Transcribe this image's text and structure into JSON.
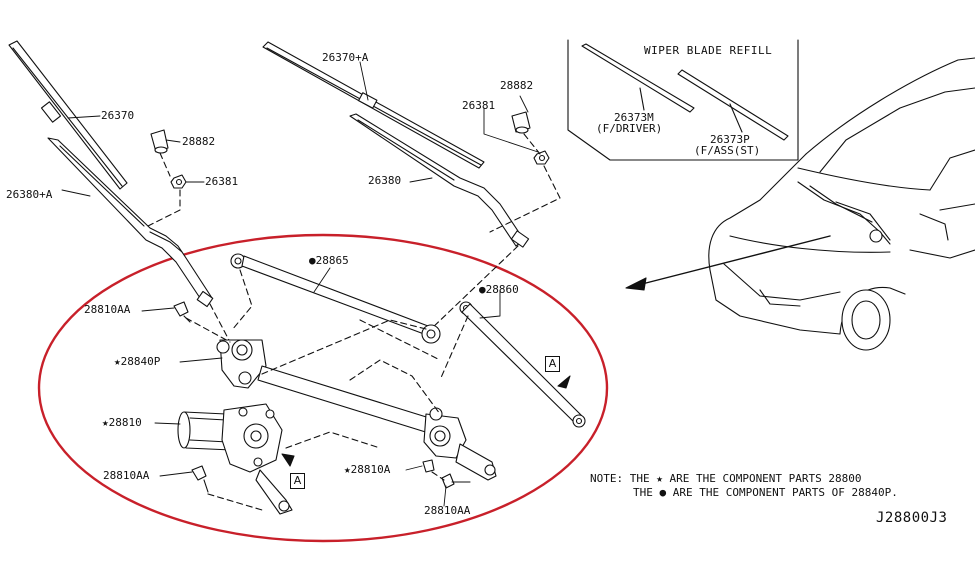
{
  "callouts": {
    "p26370": "26370",
    "p26370a": "26370+A",
    "p28882_left": "28882",
    "p28882_right": "28882",
    "p26381_left": "26381",
    "p26381_right": "26381",
    "p26380a": "26380+A",
    "p26380": "26380",
    "p28865": "●28865",
    "p28860": "●28860",
    "p28810aa_top": "28810AA",
    "p28840p": "★28840P",
    "p28810_left": "★28810",
    "p28810aa_bottom_left": "28810AA",
    "p28810a": "★28810A",
    "p28810aa_bottom": "28810AA"
  },
  "refill_box": {
    "title": "WIPER BLADE REFILL",
    "driver_part": "26373M",
    "driver_label": "(F/DRIVER)",
    "assist_part": "26373P",
    "assist_label": "(F/ASS(ST)"
  },
  "ref_markers": {
    "a1": "A",
    "a2": "A"
  },
  "notes": {
    "line1": "NOTE: THE ★  ARE THE COMPONENT PARTS 28800",
    "line2": "THE ●  ARE THE COMPONENT PARTS OF 28840P."
  },
  "diagram_code": "J28800J3",
  "colors": {
    "highlight_ellipse": "#c8202a",
    "line": "#111111"
  }
}
